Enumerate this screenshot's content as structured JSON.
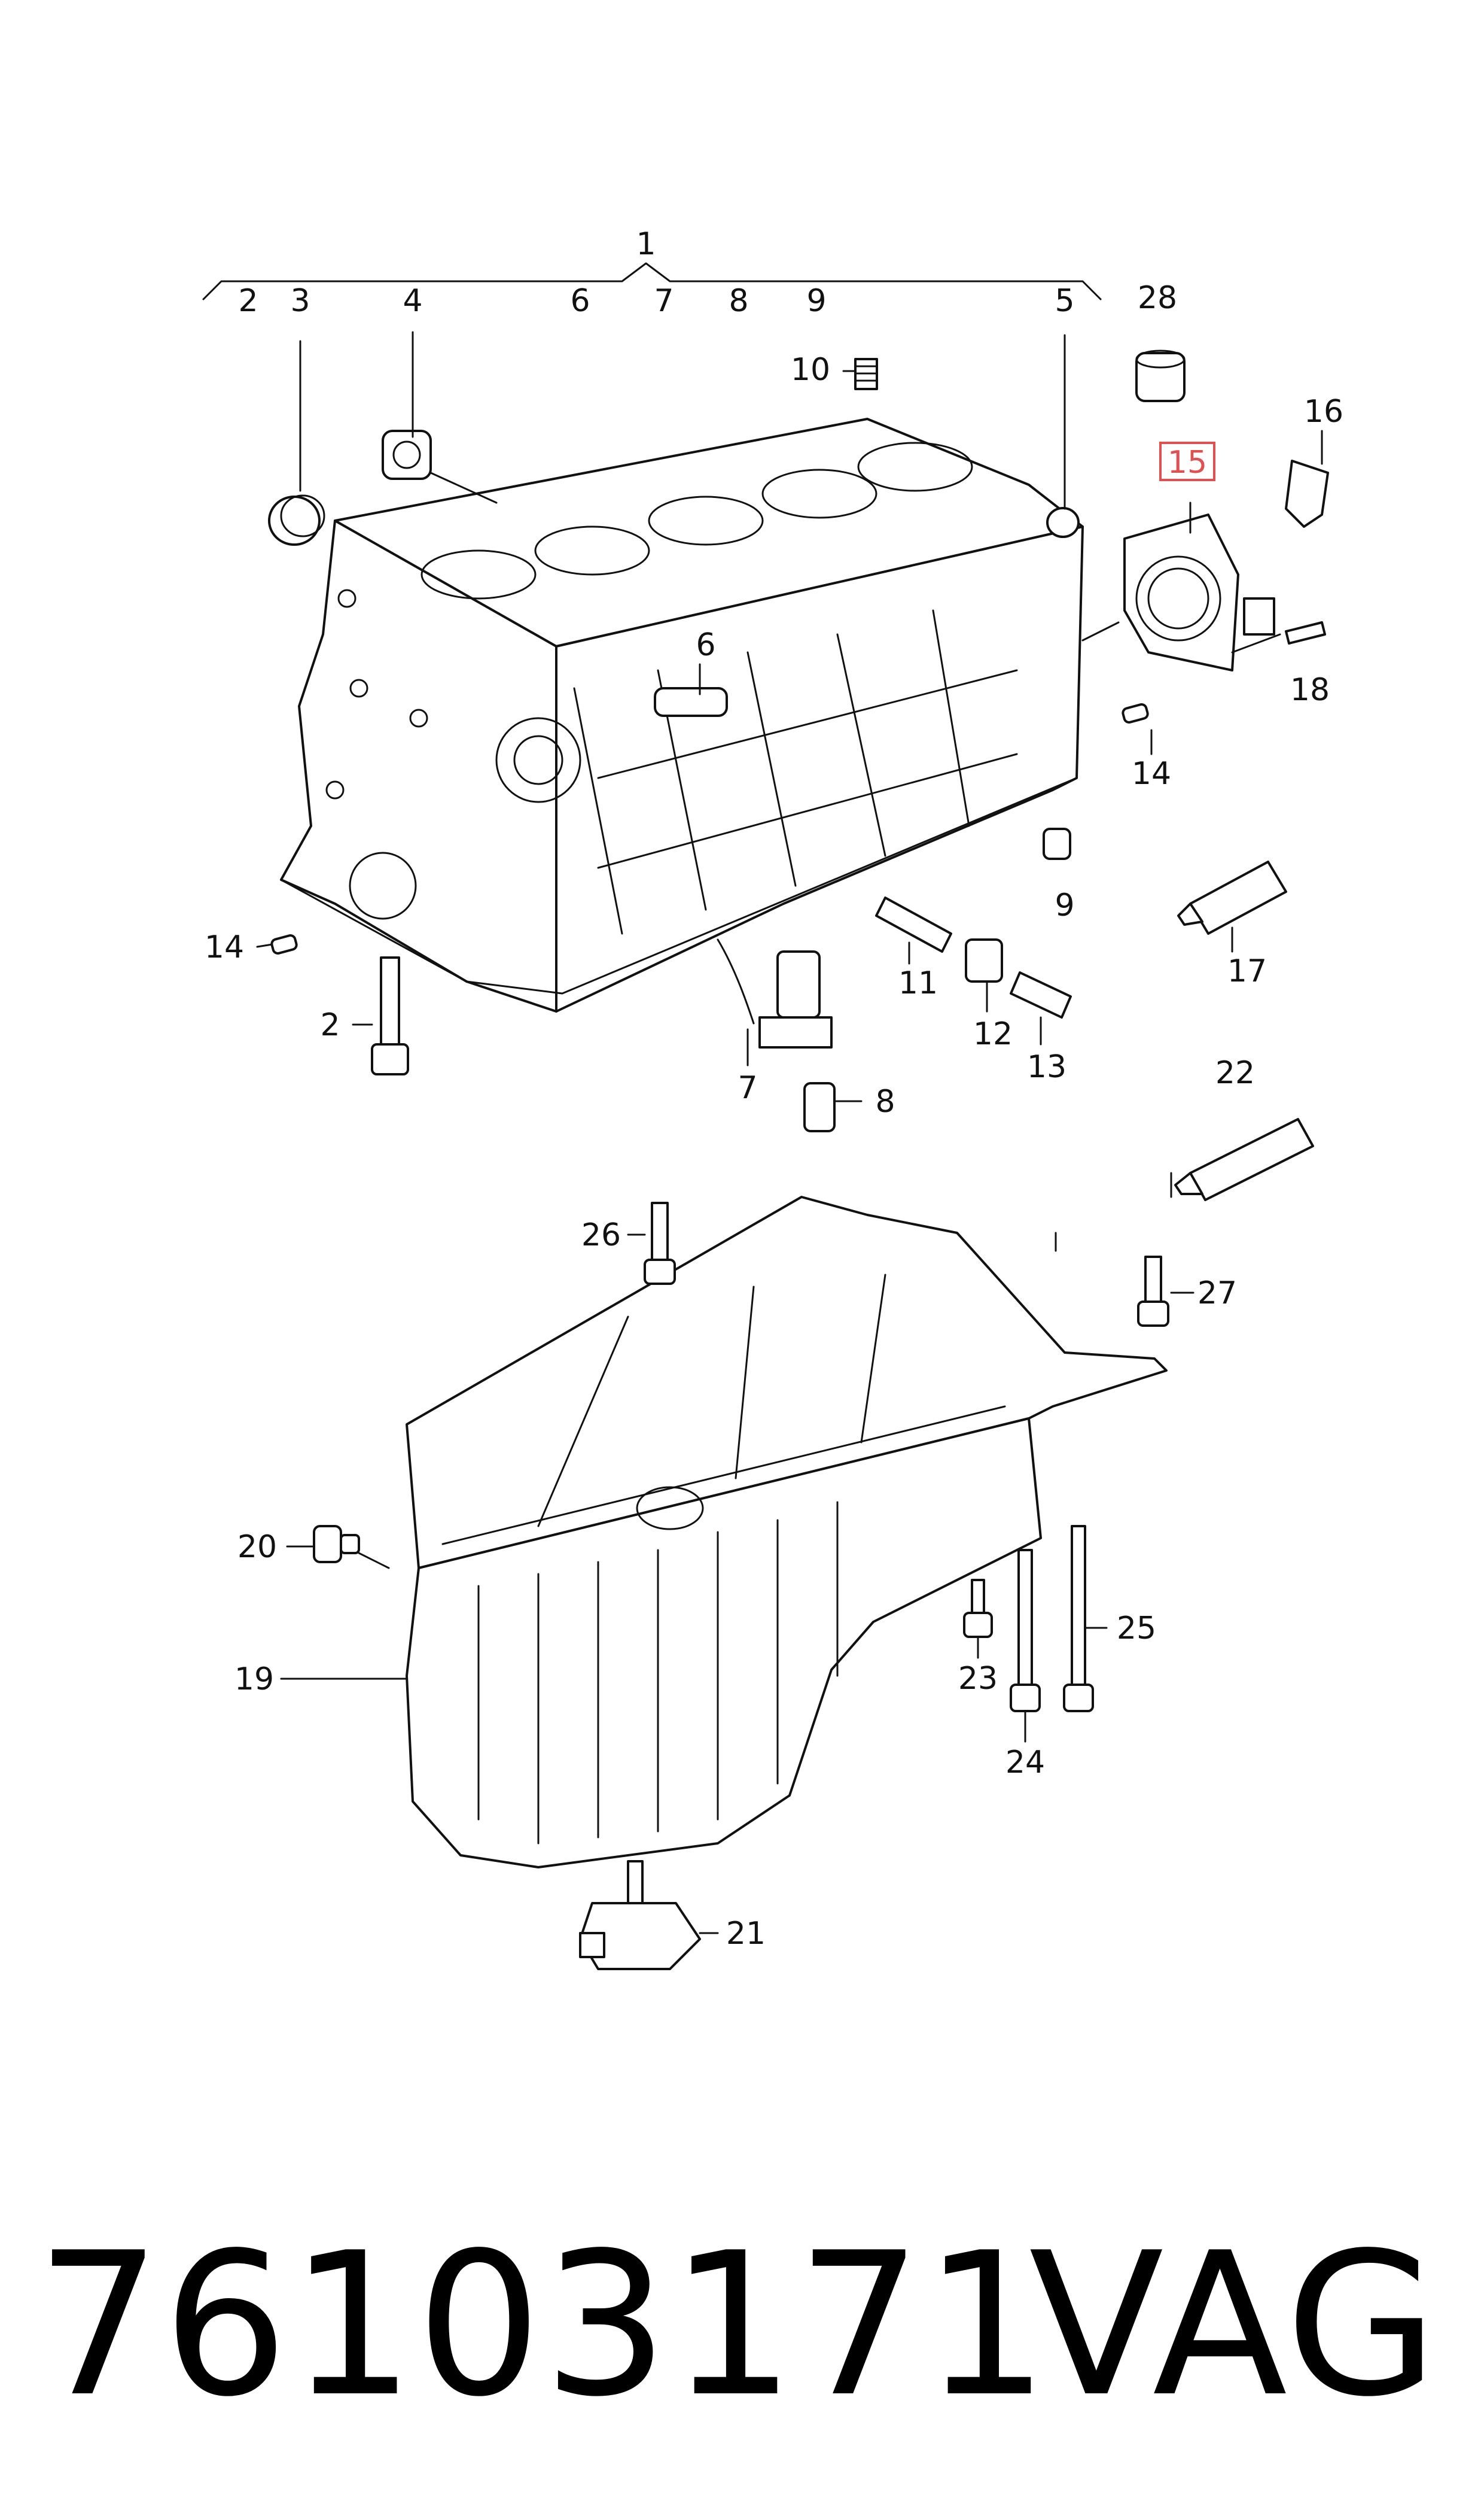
{
  "callouts": [
    "1",
    "2",
    "3",
    "4",
    "6",
    "7",
    "8",
    "9",
    "5",
    "28",
    "10",
    "16",
    "15",
    "18",
    "14",
    "6",
    "9",
    "14",
    "17",
    "11",
    "12",
    "13",
    "2",
    "7",
    "8",
    "22",
    "26",
    "27",
    "20",
    "19",
    "25",
    "23",
    "24",
    "21"
  ],
  "highlight_color": "#e05050",
  "footer": {
    "part_number": "76103171",
    "brand": "VAG"
  }
}
